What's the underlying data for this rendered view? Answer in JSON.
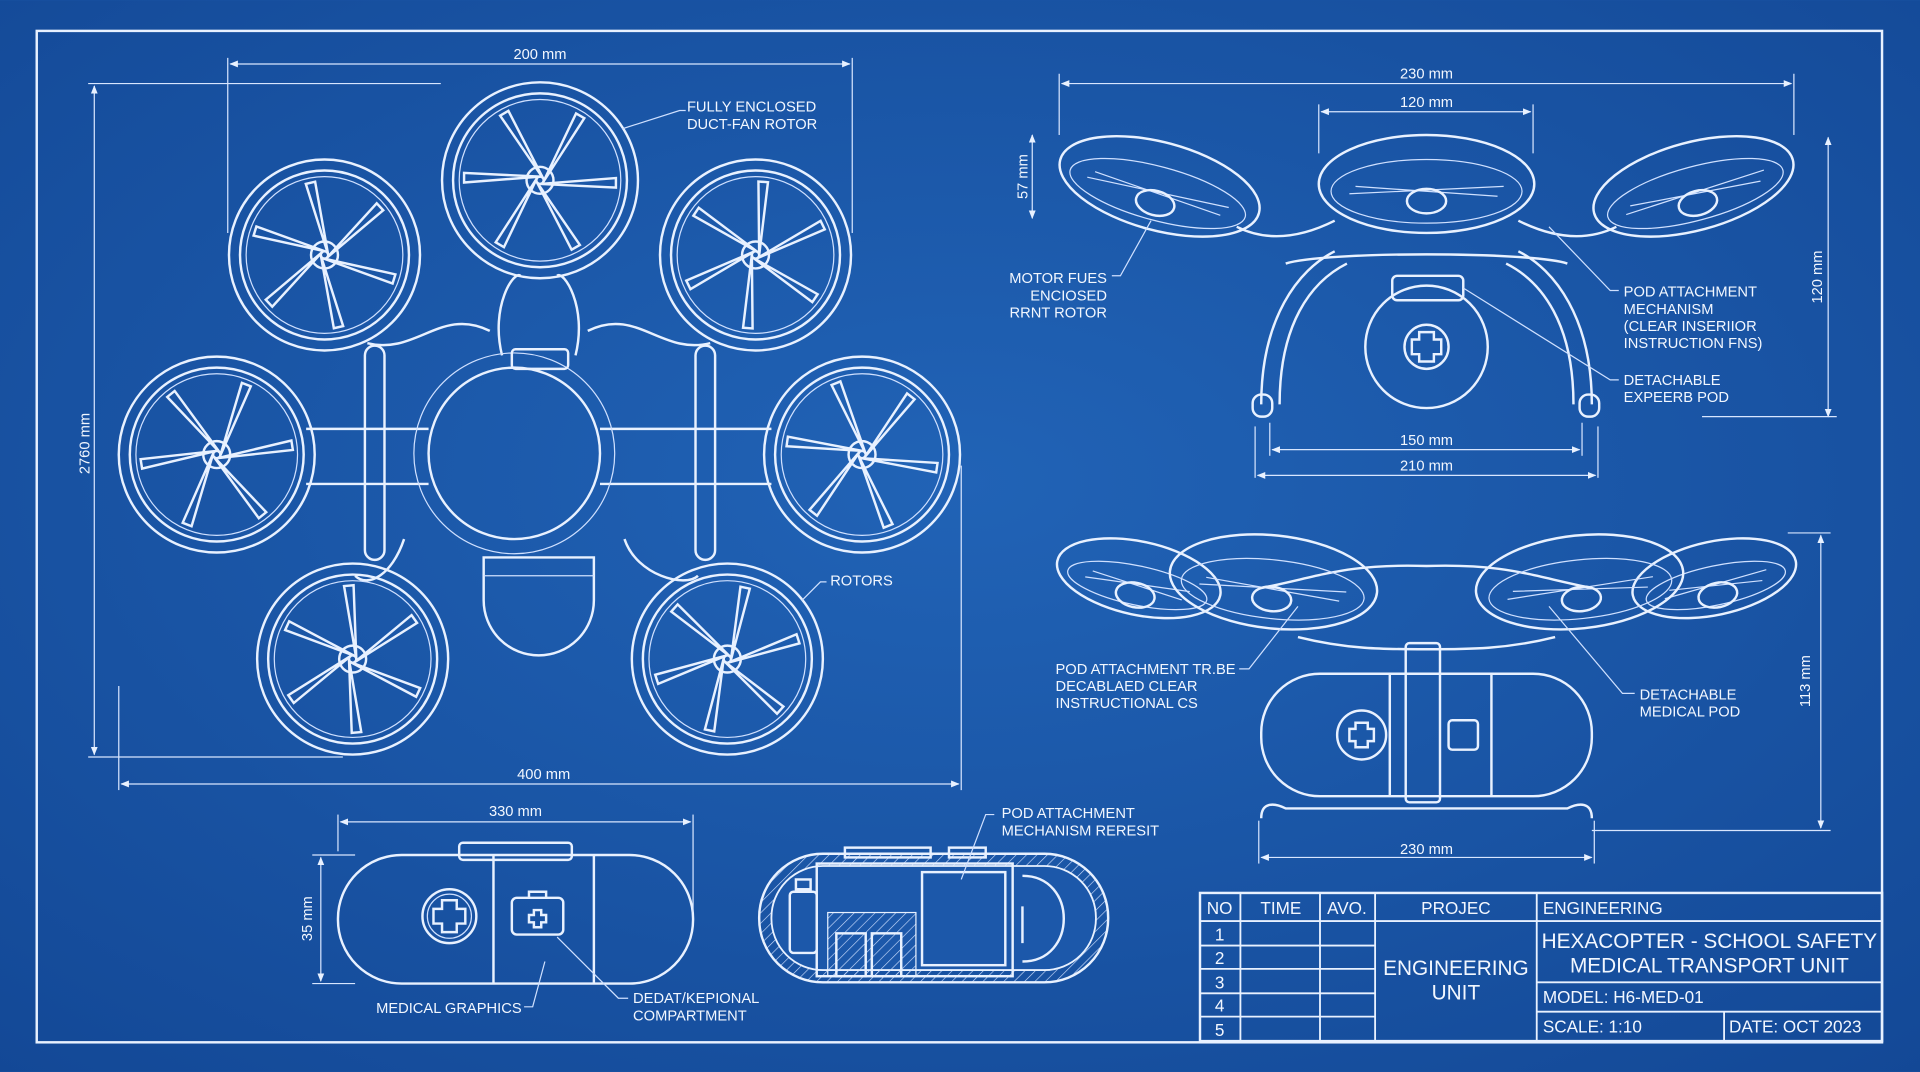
{
  "colors": {
    "background": "#1a54a6",
    "line": "#e8f1ff"
  },
  "top_view": {
    "dim_width_top": "200 mm",
    "dim_width_bottom": "400 mm",
    "dim_height": "2760 mm",
    "label_duct_fan": [
      "FULLY ENCLOSED",
      "DUCT-FAN ROTOR"
    ],
    "label_rotors": "ROTORS"
  },
  "front_view": {
    "dim_overall": "230 mm",
    "dim_center": "120 mm",
    "dim_rotor_height": "57 mm",
    "dim_height": "120 mm",
    "dim_leg_inner": "150 mm",
    "dim_leg_outer": "210 mm",
    "label_motor": [
      "MOTOR FUES",
      "ENCIOSED",
      "RRNT ROTOR"
    ],
    "label_pod_attach": [
      "POD ATTACHMENT",
      "MECHANISM",
      "(CLEAR INSERIIOR",
      "INSTRUCTION FNS)"
    ],
    "label_pod": [
      "DETACHABLE",
      "EXPEERB POD"
    ]
  },
  "side_view": {
    "dim_height": "113 mm",
    "dim_width": "230 mm",
    "label_attach": [
      "POD ATTACHMENT TR.BE",
      "DECABLAED CLEAR",
      "INSTRUCTIONAL CS"
    ],
    "label_pod": [
      "DETACHABLE",
      "MEDICAL POD"
    ]
  },
  "pod_view": {
    "dim_length": "330 mm",
    "dim_height": "35 mm",
    "label_graphics": "MEDICAL GRAPHICS",
    "label_compartment": [
      "DEDAT/KEPIONAL",
      "COMPARTMENT"
    ]
  },
  "section_view": {
    "label_attach": [
      "POD ATTACHMENT",
      "MECHANISM RERESIT"
    ]
  },
  "title_block": {
    "headers": [
      "NO",
      "TIME",
      "AVO.",
      "PROJEC",
      "ENGINEERING"
    ],
    "rows": [
      "1",
      "2",
      "3",
      "4",
      "5"
    ],
    "project": [
      "ENGINEERING",
      "UNIT"
    ],
    "title": [
      "HEXACOPTER - SCHOOL SAFETY",
      "MEDICAL TRANSPORT UNIT"
    ],
    "model": "MODEL: H6-MED-01",
    "scale": "SCALE: 1:10",
    "date": "DATE: OCT 2023"
  }
}
